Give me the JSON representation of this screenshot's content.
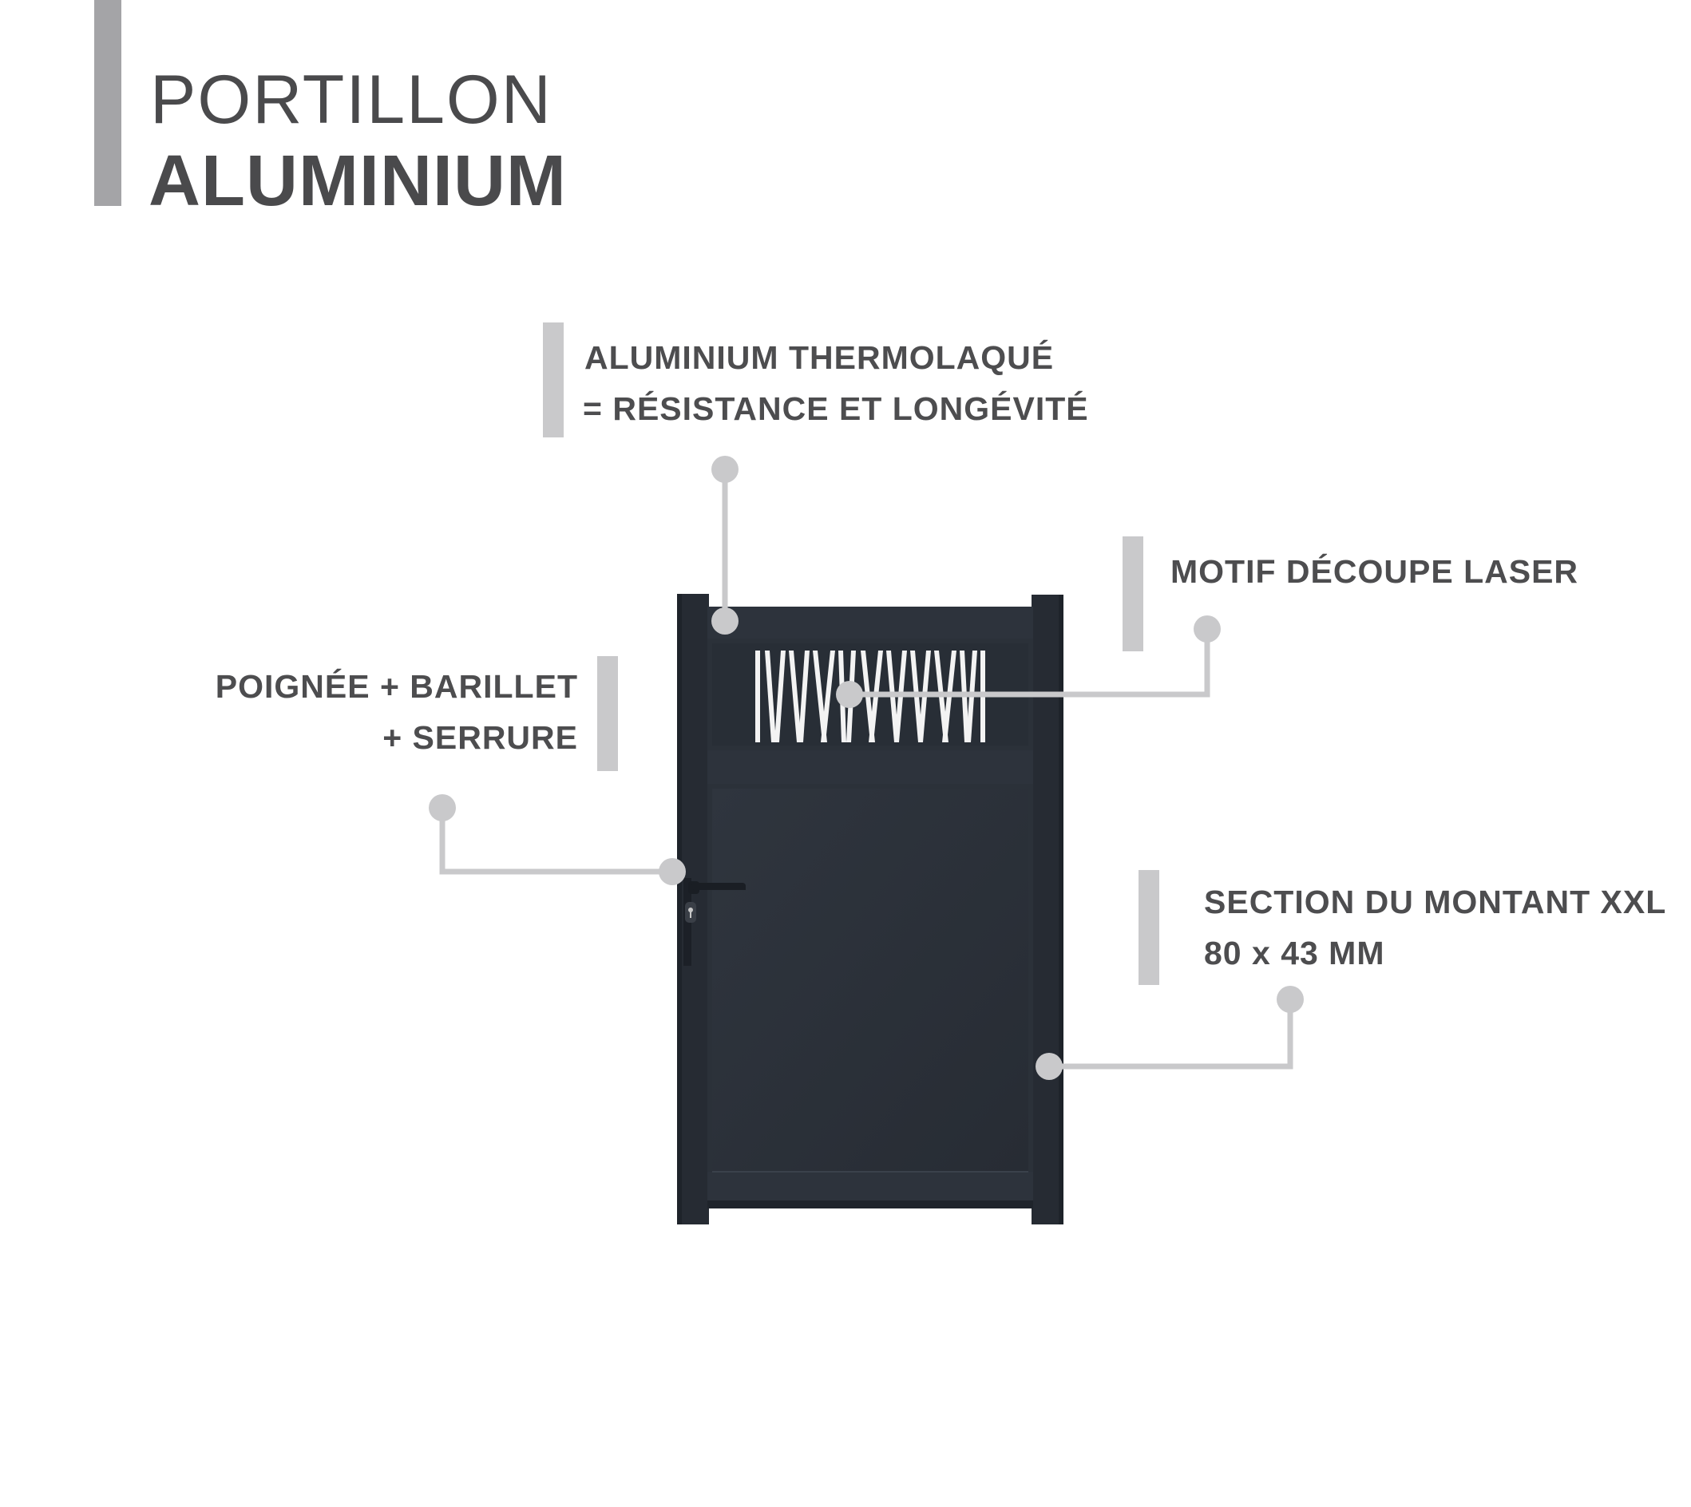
{
  "header": {
    "title_line1": "PORTILLON",
    "title_line2": "ALUMINIUM"
  },
  "callouts": {
    "material": {
      "line1": "ALUMINIUM THERMOLAQUÉ",
      "line2": "= RÉSISTANCE ET LONGÉVITÉ"
    },
    "pattern": {
      "line1": "MOTIF DÉCOUPE LASER"
    },
    "handle": {
      "line1": "POIGNÉE + BARILLET",
      "line2": "+ SERRURE"
    },
    "post": {
      "line1": "SECTION DU MONTANT XXL",
      "line2": "80 x 43 MM"
    }
  },
  "colors": {
    "gate": "#2c323b",
    "gate_dark": "#23282f",
    "accent_bar": "#a4a4a7",
    "leader": "#c9c9cb",
    "text": "#4a4a4c",
    "background": "#ffffff"
  }
}
